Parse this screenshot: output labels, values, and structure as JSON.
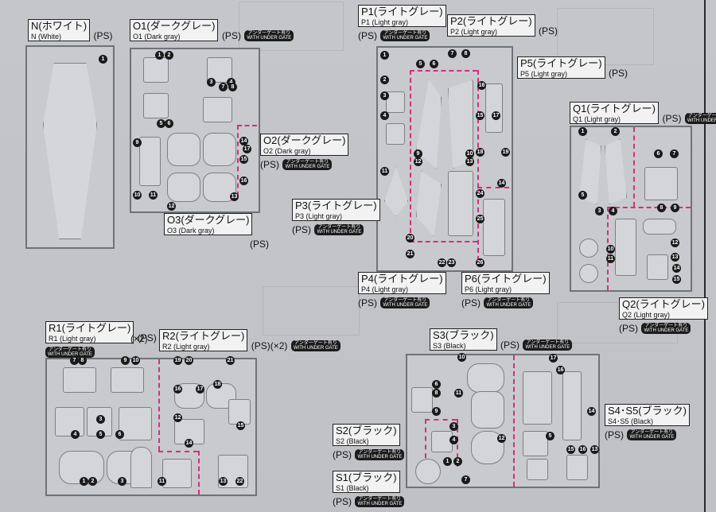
{
  "gate_top": "アンダーゲート有り",
  "gate_bottom": "WITH UNDER GATE",
  "runners": {
    "N": {
      "title": "N(ホワイト)",
      "sub": "N (White)",
      "ps": "(PS)"
    },
    "O1": {
      "title": "O1(ダークグレー)",
      "sub": "O1 (Dark gray)",
      "ps": "(PS)"
    },
    "O2": {
      "title": "O2(ダークグレー)",
      "sub": "O2 (Dark gray)",
      "ps": "(PS)"
    },
    "O3": {
      "title": "O3(ダークグレー)",
      "sub": "O3 (Dark gray)",
      "ps": "(PS)"
    },
    "P1": {
      "title": "P1(ライトグレー)",
      "sub": "P1 (Light gray)",
      "ps": "(PS)"
    },
    "P2": {
      "title": "P2(ライトグレー)",
      "sub": "P2 (Light gray)",
      "ps": "(PS)"
    },
    "P3": {
      "title": "P3(ライトグレー)",
      "sub": "P3 (Light gray)",
      "ps": "(PS)"
    },
    "P4": {
      "title": "P4(ライトグレー)",
      "sub": "P4 (Light gray)",
      "ps": "(PS)"
    },
    "P5": {
      "title": "P5(ライトグレー)",
      "sub": "P5 (Light gray)",
      "ps": "(PS)"
    },
    "P6": {
      "title": "P6(ライトグレー)",
      "sub": "P6 (Light gray)",
      "ps": "(PS)"
    },
    "Q1": {
      "title": "Q1(ライトグレー)",
      "sub": "Q1 (Light gray)",
      "ps": "(PS)"
    },
    "Q2": {
      "title": "Q2(ライトグレー)",
      "sub": "Q2 (Light gray)",
      "ps": "(PS)"
    },
    "R1": {
      "title": "R1(ライトグレー)",
      "sub": "R1 (Light gray)",
      "ps": "(PS)",
      "qty": "(×2)"
    },
    "R2": {
      "title": "R2(ライトグレー)",
      "sub": "R2 (Light gray)",
      "ps": "(PS)(×2)"
    },
    "S1": {
      "title": "S1(ブラック)",
      "sub": "S1 (Black)",
      "ps": "(PS)"
    },
    "S2": {
      "title": "S2(ブラック)",
      "sub": "S2 (Black)",
      "ps": "(PS)"
    },
    "S3": {
      "title": "S3(ブラック)",
      "sub": "S3 (Black)",
      "ps": "(PS)"
    },
    "S45": {
      "title": "S4･S5(ブラック)",
      "sub": "S4･S5 (Black)",
      "ps": "(PS)"
    }
  },
  "part_numbers": {
    "n": [
      "1"
    ],
    "o": [
      "1",
      "2",
      "3",
      "4",
      "5",
      "6",
      "7",
      "8",
      "9",
      "10",
      "11",
      "12",
      "13",
      "14",
      "15",
      "16",
      "17"
    ],
    "p": [
      "1",
      "2",
      "3",
      "4",
      "5",
      "6",
      "7",
      "8",
      "9",
      "10",
      "11",
      "12",
      "13",
      "14",
      "15",
      "16",
      "17",
      "18",
      "19",
      "20",
      "21",
      "22",
      "23",
      "24",
      "25",
      "26"
    ],
    "q": [
      "1",
      "2",
      "3",
      "4",
      "5",
      "6",
      "7",
      "8",
      "9",
      "10",
      "11",
      "12",
      "13",
      "14",
      "15"
    ],
    "r": [
      "1",
      "2",
      "3",
      "4",
      "5",
      "6",
      "7",
      "8",
      "9",
      "10",
      "11",
      "12",
      "13",
      "14",
      "15",
      "16",
      "17",
      "18",
      "19",
      "20",
      "21",
      "22"
    ],
    "s": [
      "1",
      "2",
      "3",
      "4",
      "5",
      "6",
      "7",
      "8",
      "9",
      "10",
      "11",
      "12",
      "13",
      "14",
      "15",
      "16",
      "17"
    ]
  }
}
